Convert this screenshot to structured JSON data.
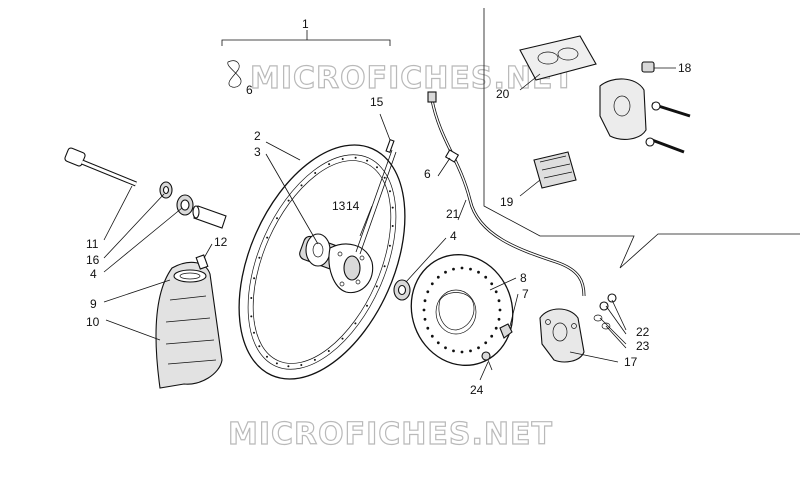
{
  "watermark": "MICROFICHES.NET",
  "labels": {
    "l1": "1",
    "l2": "2",
    "l3": "3",
    "l4a": "4",
    "l4b": "4",
    "l6a": "6",
    "l6b": "6",
    "l7": "7",
    "l8": "8",
    "l9": "9",
    "l10": "10",
    "l11": "11",
    "l12": "12",
    "l13": "13",
    "l14": "14",
    "l15": "15",
    "l16": "16",
    "l17": "17",
    "l18": "18",
    "l19": "19",
    "l20": "20",
    "l21": "21",
    "l22": "22",
    "l23": "23",
    "l24": "24"
  }
}
